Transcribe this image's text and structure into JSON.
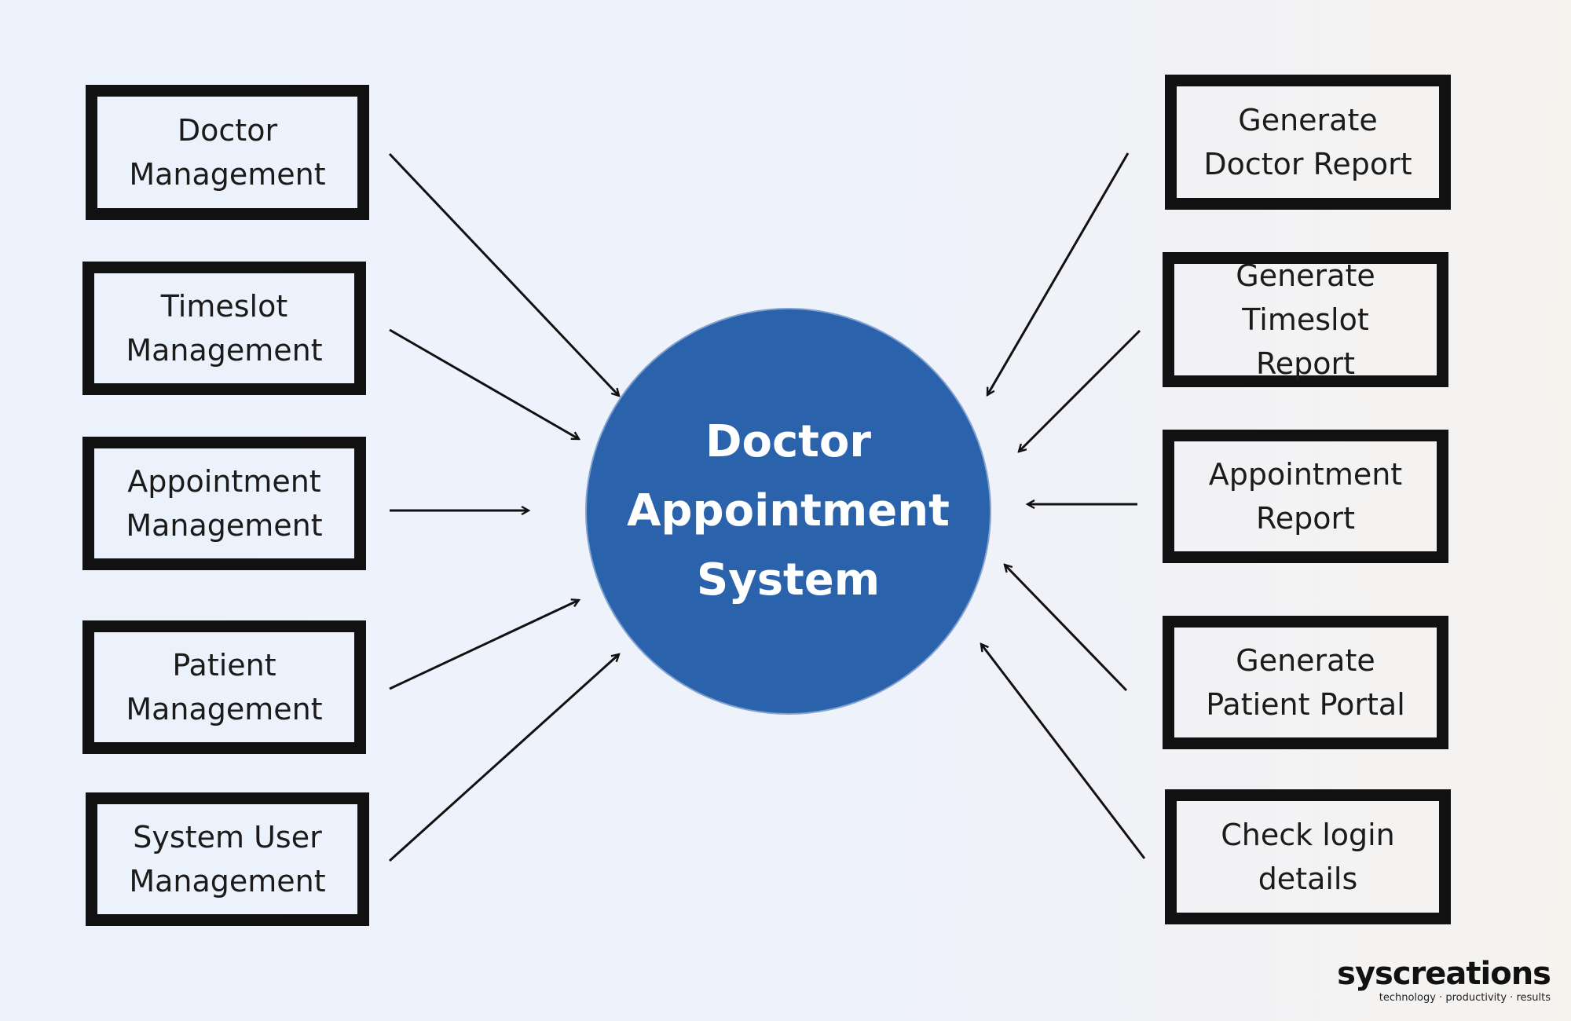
{
  "center": {
    "label": "Doctor Appointment System",
    "color": "#2a62ac"
  },
  "left_nodes": [
    {
      "id": "doctor-management",
      "label": "Doctor Management"
    },
    {
      "id": "timeslot-management",
      "label": "Timeslot Management"
    },
    {
      "id": "appointment-management",
      "label": "Appointment Management"
    },
    {
      "id": "patient-management",
      "label": "Patient Management"
    },
    {
      "id": "system-user-management",
      "label": "System User Management"
    }
  ],
  "right_nodes": [
    {
      "id": "generate-doctor-report",
      "label": "Generate Doctor Report"
    },
    {
      "id": "generate-timeslot-report",
      "label": "Generate Timeslot Report"
    },
    {
      "id": "appointment-report",
      "label": "Appointment Report"
    },
    {
      "id": "generate-patient-portal",
      "label": "Generate Patient Portal"
    },
    {
      "id": "check-login-details",
      "label": "Check login details"
    }
  ],
  "edges": [
    {
      "from": "doctor-management",
      "to": "center"
    },
    {
      "from": "timeslot-management",
      "to": "center"
    },
    {
      "from": "appointment-management",
      "to": "center"
    },
    {
      "from": "patient-management",
      "to": "center"
    },
    {
      "from": "system-user-management",
      "to": "center"
    },
    {
      "from": "generate-doctor-report",
      "to": "center"
    },
    {
      "from": "generate-timeslot-report",
      "to": "center"
    },
    {
      "from": "appointment-report",
      "to": "center"
    },
    {
      "from": "generate-patient-portal",
      "to": "center"
    },
    {
      "from": "check-login-details",
      "to": "center"
    }
  ],
  "logo": {
    "name": "syscreations",
    "tagline": "technology · productivity · results"
  },
  "colors": {
    "box_border": "#111111",
    "arrow": "#111111",
    "text": "#1b1b1b",
    "center_text": "#ffffff"
  }
}
